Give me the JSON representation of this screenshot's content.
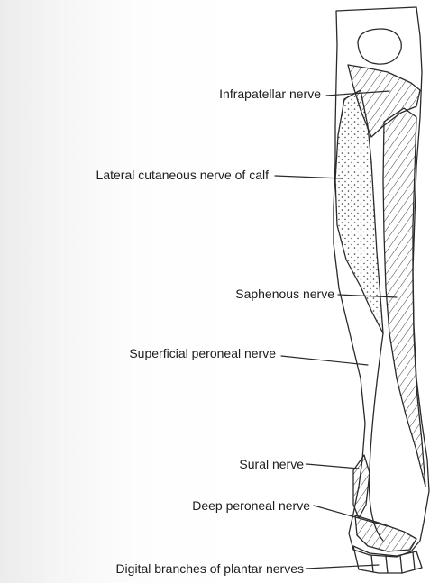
{
  "labels": {
    "infrapatellar": "Infrapatellar nerve",
    "lateral_cutaneous": "Lateral cutaneous nerve of calf",
    "saphenous": "Saphenous nerve",
    "superficial_peroneal": "Superficial peroneal nerve",
    "sural": "Sural nerve",
    "deep_peroneal": "Deep peroneal nerve",
    "digital_branches": "Digital branches of plantar nerves"
  },
  "colors": {
    "line": "#2a2a2a",
    "stipple": "#3a3a3a",
    "background": "#ffffff"
  }
}
